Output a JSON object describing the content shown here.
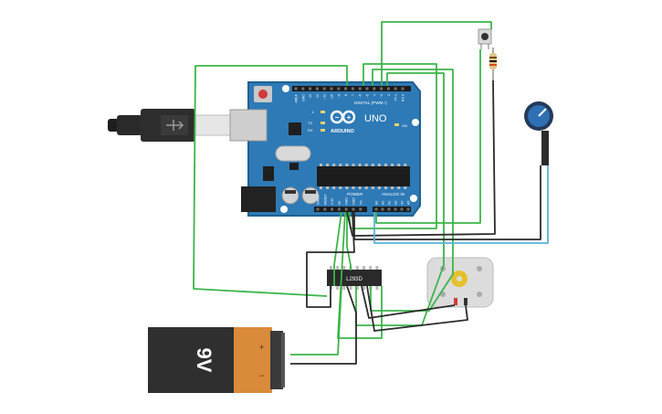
{
  "arduino": {
    "logo_text": "ARDUINO",
    "model": "UNO",
    "digital_label": "DIGITAL (PWM~)",
    "power_label": "POWER",
    "analog_label": "ANALOG IN",
    "on_label": "ON",
    "led_labels": [
      "L",
      "TX",
      "RX"
    ],
    "top_pins": [
      "AREF",
      "GND",
      "13",
      "12",
      "~11",
      "~10",
      "~9",
      "8",
      "7",
      "~6",
      "~5",
      "4",
      "~3",
      "2",
      "TX 1",
      "RX 0"
    ],
    "power_pins": [
      "IOREF",
      "RESET",
      "3.3V",
      "5V",
      "GND",
      "GND",
      "Vin"
    ],
    "analog_pins": [
      "A0",
      "A1",
      "A2",
      "A3",
      "A4",
      "A5"
    ]
  },
  "driver_ic": {
    "label": "L293D"
  },
  "battery": {
    "label": "9V",
    "plus": "+",
    "minus": "−"
  },
  "colors": {
    "board": "#2e7ab6",
    "board_edge": "#21608f",
    "wire_green": "#3cb54a",
    "wire_dark": "#2b2b2b",
    "wire_cyan": "#5ab3d6",
    "battery_body": "#2f2f2f",
    "battery_cap": "#d98a3a",
    "motor": "#dcdcdc"
  }
}
